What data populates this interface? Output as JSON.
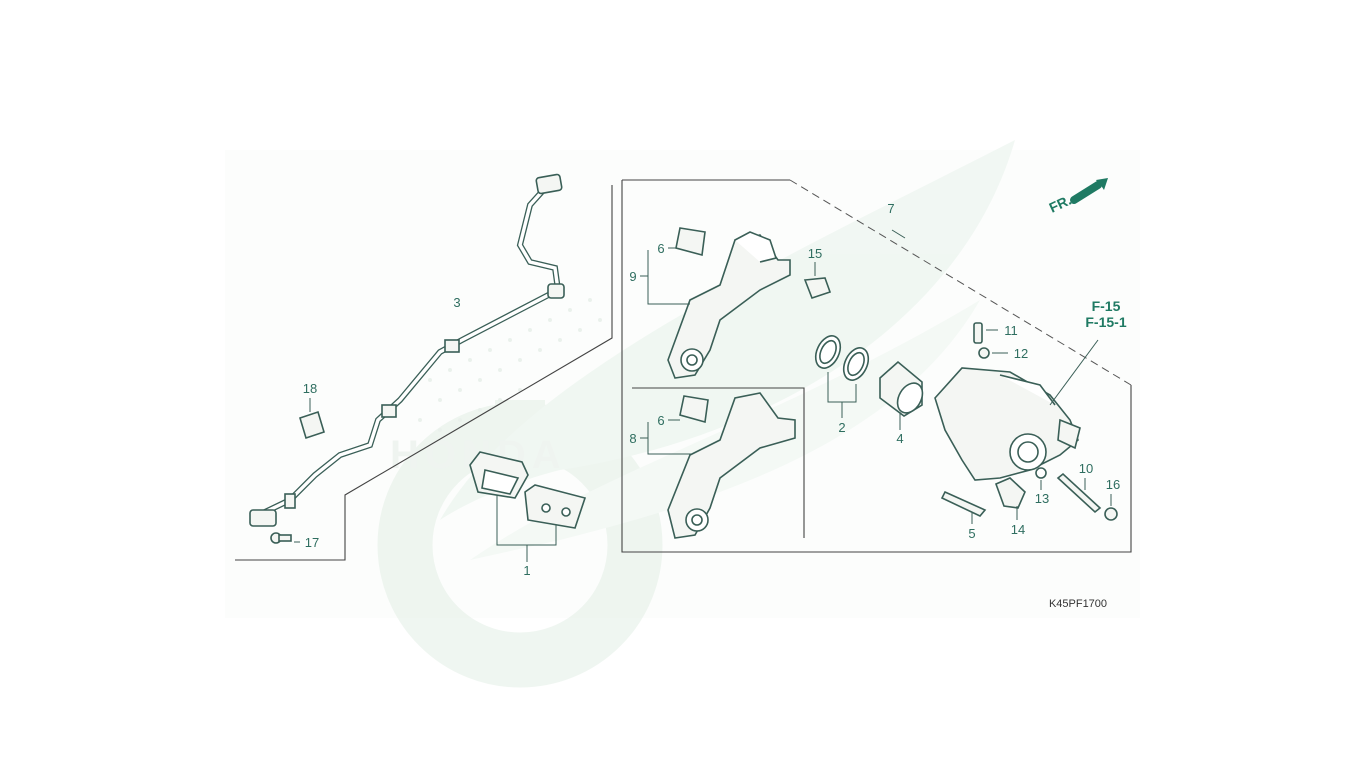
{
  "diagram": {
    "drawing_code": "K45PF1700",
    "front_indicator": "FR.",
    "references": [
      "F-15",
      "F-15-1"
    ],
    "callouts": {
      "c1": "1",
      "c2": "2",
      "c3": "3",
      "c4": "4",
      "c5": "5",
      "c6a": "6",
      "c6b": "6",
      "c7": "7",
      "c8": "8",
      "c9": "9",
      "c10": "10",
      "c11": "11",
      "c12": "12",
      "c13": "13",
      "c14": "14",
      "c15": "15",
      "c16": "16",
      "c17": "17",
      "c18": "18"
    },
    "colors": {
      "watermark": "#e3efe6",
      "accent": "#1f7a63",
      "line": "#3a5f57"
    }
  }
}
